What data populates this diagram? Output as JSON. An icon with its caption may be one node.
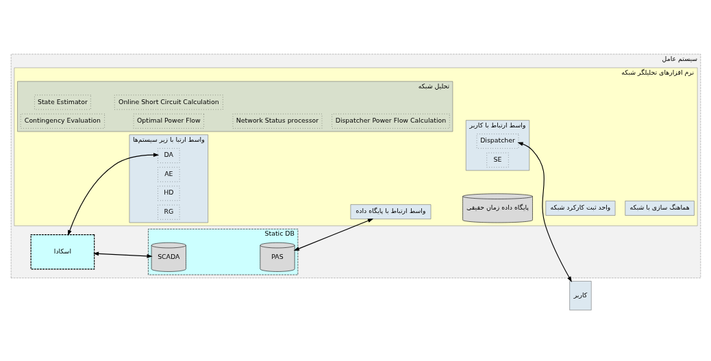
{
  "diagram": {
    "nodes": [
      {
        "text": [
          "سیستم عامل"
        ]
      },
      {
        "text": [
          "اسکادا"
        ],
        "in": 0
      },
      {
        "text": [
          "Static DB"
        ],
        "in": 0
      },
      {
        "text": [
          "SCADA"
        ],
        "in": 2
      },
      {
        "text": [
          "PAS"
        ],
        "in": 2
      },
      {
        "text": [
          "نرم افزارهای تحلیلگر شبکه"
        ],
        "in": 0
      },
      {
        "text": [
          "واسط ارتبا با زیر سیستم‌ها"
        ],
        "in": 5
      },
      {
        "text": [
          "DA"
        ],
        "in": 6
      },
      {
        "text": [
          "AE"
        ],
        "in": 6
      },
      {
        "text": [
          "HD"
        ],
        "in": 6
      },
      {
        "text": [
          "RG"
        ],
        "in": 6
      },
      {
        "text": [
          "تحلیل شبکه"
        ],
        "in": 5
      },
      {
        "text": [
          "Network Status processor"
        ],
        "in": 11
      },
      {
        "text": [
          "State Estimator"
        ],
        "in": 11
      },
      {
        "text": [
          "Contingency Evaluation"
        ],
        "in": 11
      },
      {
        "text": [
          "Dispatcher Power Flow Calculation"
        ],
        "in": 11
      },
      {
        "text": [
          "Online Short Circuit Calculation"
        ],
        "in": 11
      },
      {
        "text": [
          "Optimal Power Flow"
        ],
        "in": 11
      },
      {
        "text": [
          "واسط ارتباط با کاربر"
        ],
        "in": 5
      },
      {
        "text": [
          "Dispatcher"
        ],
        "in": 18
      },
      {
        "text": [
          "SE"
        ],
        "in": 18
      },
      {
        "text": [
          "واسط ارتباط با پایگاه داده"
        ],
        "in": 5
      },
      {
        "text": [
          "پایگاه داده زمان حقیقی"
        ],
        "in": 5
      },
      {
        "text": [
          "واحد ثبت کارکرد شبکه"
        ],
        "in": 5
      },
      {
        "text": [
          "هماهنگ سازی با شبکه"
        ],
        "in": 5
      },
      {
        "text": [
          "کاربر"
        ]
      }
    ],
    "edges": [
      {
        "from": 1,
        "to": 7,
        "arrow": "both"
      },
      {
        "from": 1,
        "to": 3,
        "arrow": "both"
      },
      {
        "from": 4,
        "to": 21,
        "arrow": "both"
      },
      {
        "from": 19,
        "to": 25,
        "arrow": "both"
      }
    ]
  }
}
